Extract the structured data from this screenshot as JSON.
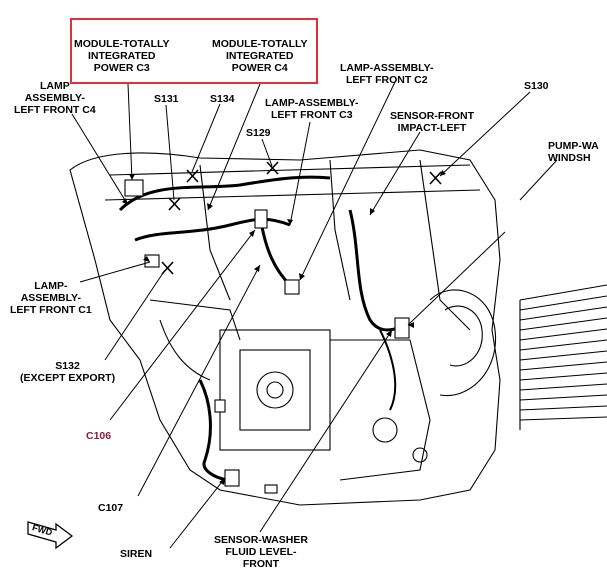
{
  "highlight_color": "#e0303a",
  "callouts": {
    "module_c3": [
      "MODULE-TOTALLY",
      "INTEGRATED",
      "POWER C3"
    ],
    "module_c4": [
      "MODULE-TOTALLY",
      "INTEGRATED",
      "POWER C4"
    ],
    "lamp_c4": [
      "LAMP",
      "ASSEMBLY-",
      "LEFT FRONT C4"
    ],
    "s131": "S131",
    "s134": "S134",
    "lamp_c3": [
      "LAMP-ASSEMBLY-",
      "LEFT FRONT C3"
    ],
    "s129": "S129",
    "lamp_c2": [
      "LAMP-ASSEMBLY-",
      "LEFT FRONT C2"
    ],
    "sensor_front": [
      "SENSOR-FRONT",
      "IMPACT-LEFT"
    ],
    "s130": "S130",
    "pump_washer": [
      "PUMP-WA",
      "WINDSH"
    ],
    "lamp_c1": [
      "LAMP-",
      "ASSEMBLY-",
      "LEFT FRONT C1"
    ],
    "s132": [
      "S132",
      "(EXCEPT EXPORT)"
    ],
    "c106": "C106",
    "c107": "C107",
    "siren": "SIREN",
    "sensor_washer": [
      "SENSOR-WASHER",
      "FLUID LEVEL-",
      "FRONT"
    ],
    "fwd": "FWD"
  }
}
